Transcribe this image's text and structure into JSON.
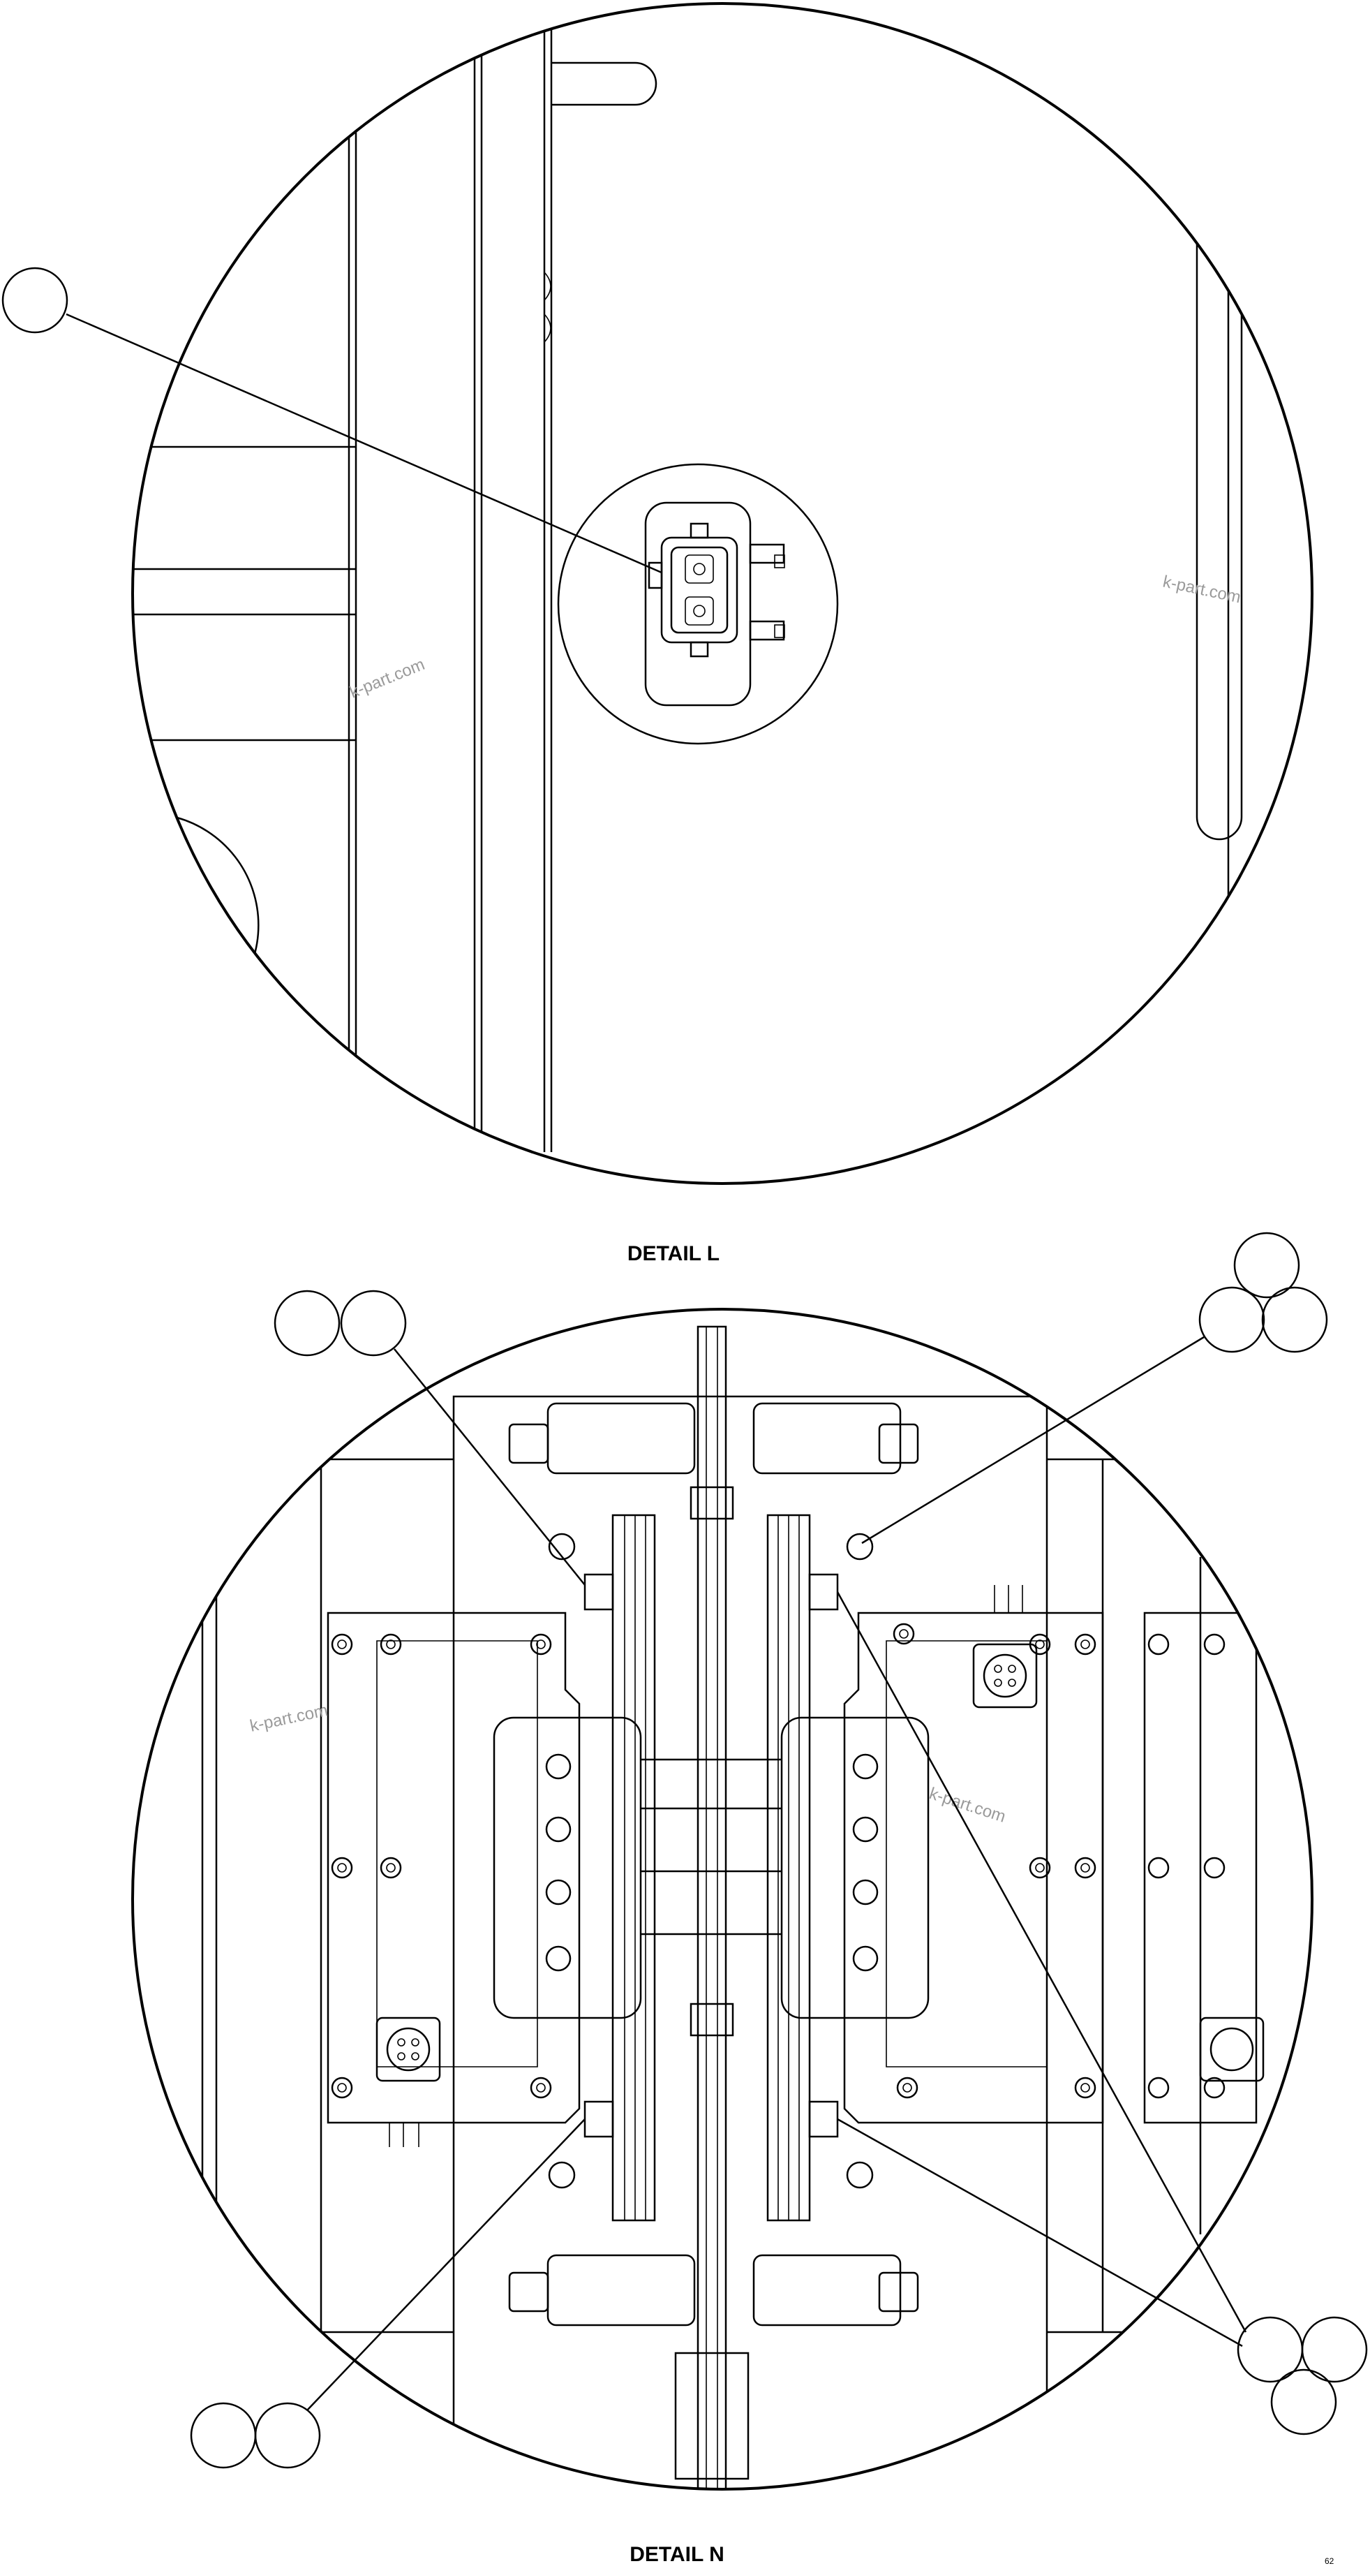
{
  "details": [
    {
      "caption": "DETAIL L"
    },
    {
      "caption": "DETAIL N"
    }
  ],
  "watermark": "k-part.com",
  "sheet_mark": "62"
}
